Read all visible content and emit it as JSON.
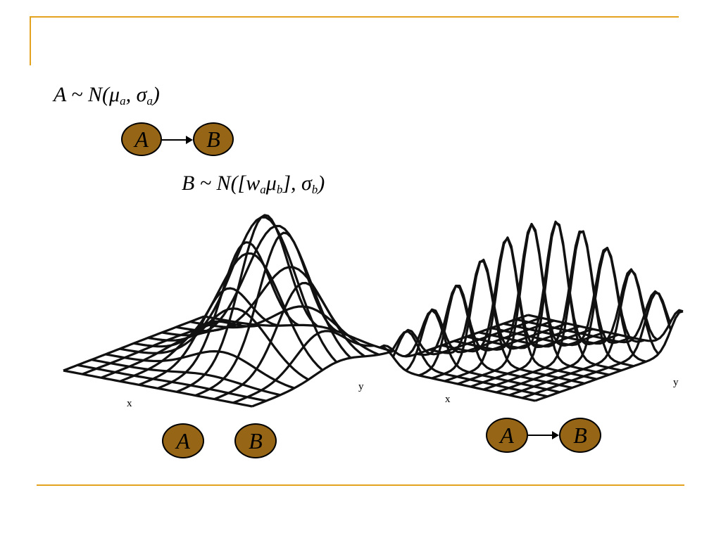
{
  "slide": {
    "accent_color": "#e3a31e",
    "node_color": "#966616"
  },
  "formula_a": {
    "lhs": "A ~ N(μ",
    "sub1": "a",
    "mid": ", σ",
    "sub2": "a",
    "end": ")"
  },
  "formula_b": {
    "lhs": "B ~ N([w",
    "sub1": "a",
    "mid1": "μ",
    "sub2": "b",
    "mid2": "], σ",
    "sub3": "b",
    "end": ")"
  },
  "top_network": {
    "node_a": "A",
    "node_b": "B"
  },
  "left_plot": {
    "x_label": "x",
    "y_label": "y",
    "node_a": "A",
    "node_b": "B"
  },
  "right_plot": {
    "x_label": "x",
    "y_label": "y",
    "node_a": "A",
    "node_b": "B"
  }
}
